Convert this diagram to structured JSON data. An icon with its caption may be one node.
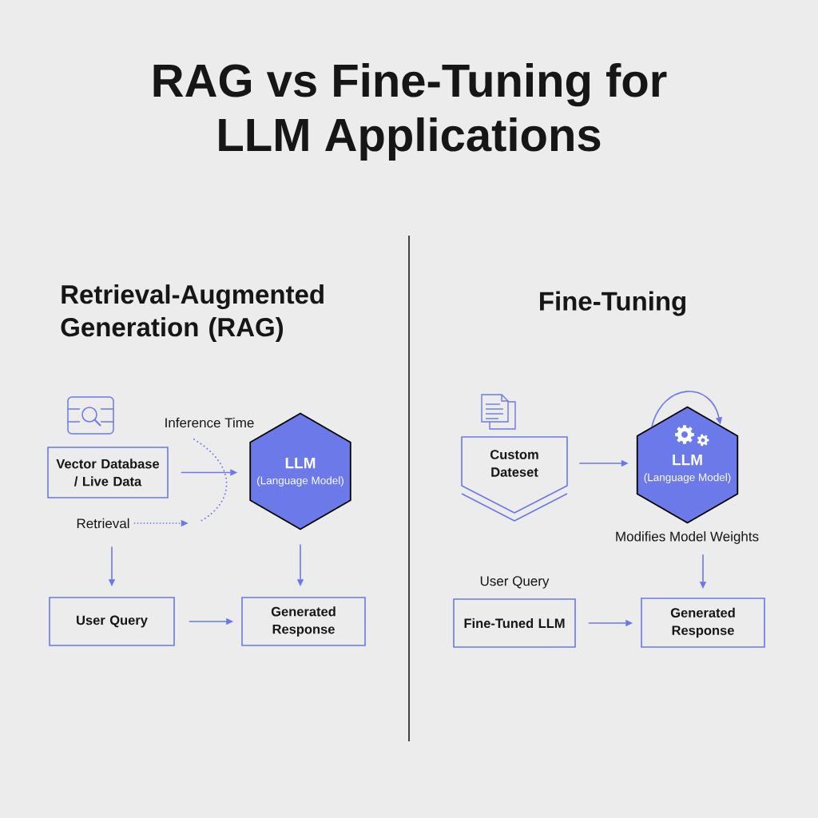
{
  "diagram": {
    "title": "RAG vs Fine-Tuning for LLM Applications",
    "nodes": [
      {
        "text": [
          "Vector Database / Live Data"
        ]
      },
      {
        "text": [
          "LLM",
          "(Language Model)"
        ]
      },
      {
        "text": [
          "Retrieval"
        ]
      },
      {
        "text": [
          "User Query"
        ]
      },
      {
        "text": [
          "Generated Response"
        ]
      },
      {
        "text": [
          "Custom Dateset"
        ]
      },
      {
        "text": [
          "LLM",
          "(Language Model)"
        ]
      },
      {
        "text": [
          "Modifies Model Weights"
        ]
      },
      {
        "text": [
          "Fine-Tuned LLM"
        ],
        "beside": [
          "User Query"
        ]
      },
      {
        "text": [
          "Generated Response"
        ]
      }
    ],
    "edges": [
      {
        "from": 0,
        "to": 1,
        "arrow": "to"
      },
      {
        "from": 2,
        "to": null,
        "arrow": "to",
        "style": "dashed"
      },
      {
        "from": 2,
        "to": 3,
        "arrow": "to"
      },
      {
        "from": 1,
        "to": 4,
        "arrow": "to"
      },
      {
        "from": 3,
        "to": 4,
        "arrow": "to"
      },
      {
        "from": 6,
        "to": 6,
        "arrow": "to"
      },
      {
        "from": 5,
        "to": 6,
        "arrow": "to"
      },
      {
        "from": 7,
        "to": 9,
        "arrow": "to"
      },
      {
        "from": 8,
        "to": 9,
        "arrow": "to"
      }
    ],
    "labels": [
      "Retrieval-Augmented Generation (RAG)",
      "Fine-Tuning",
      "Inference Time"
    ]
  }
}
